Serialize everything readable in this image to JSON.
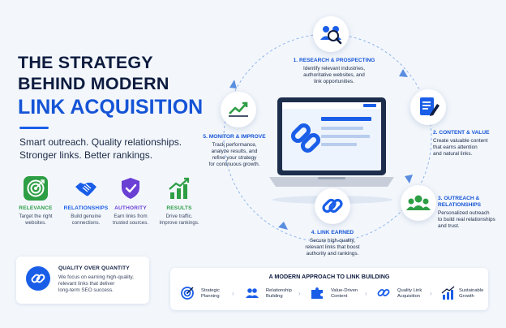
{
  "headline": {
    "line1": "THE STRATEGY",
    "line2": "BEHIND MODERN",
    "line3": "LINK ACQUISITION"
  },
  "tagline": {
    "line1": "Smart outreach. Quality relationships.",
    "line2": "Stronger links. Better rankings."
  },
  "values": [
    {
      "title": "RELEVANCE",
      "line1": "Target the right",
      "line2": "websites.",
      "icon": "target-icon",
      "color": "#2e9e45"
    },
    {
      "title": "RELATIONSHIPS",
      "line1": "Build genuine",
      "line2": "connections.",
      "icon": "handshake-icon",
      "color": "#1a5ee8"
    },
    {
      "title": "AUTHORITY",
      "line1": "Earn links from",
      "line2": "trusted sources.",
      "icon": "shield-check-icon",
      "color": "#6a3fd4"
    },
    {
      "title": "RESULTS",
      "line1": "Drive traffic.",
      "line2": "Improve rankings.",
      "icon": "growth-chart-icon",
      "color": "#2e9e45"
    }
  ],
  "quality": {
    "title": "QUALITY OVER QUANTITY",
    "line1": "We focus on earning high-quality,",
    "line2": "relevant links that deliver",
    "line3": "long-term SEO success.",
    "icon": "chain-link-icon"
  },
  "steps": [
    {
      "title": "1. RESEARCH & PROSPECTING",
      "line1": "Identify relevant industries,",
      "line2": "authoritative websites, and",
      "line3": "link opportunities.",
      "icon": "research-people-icon"
    },
    {
      "title": "2. CONTENT & VALUE",
      "line1": "Create valuable content",
      "line2": "that earns attention",
      "line3": "and natural links.",
      "icon": "document-pen-icon"
    },
    {
      "title": "3. OUTREACH &",
      "title2": "RELATIONSHIPS",
      "line1": "Personalized outreach",
      "line2": "to build real relationships",
      "line3": "and trust.",
      "icon": "group-icon"
    },
    {
      "title": "4. LINK EARNED",
      "line1": "Secure high-quality,",
      "line2": "relevant links that boost",
      "line3": "authority and rankings.",
      "icon": "chain-link-icon"
    },
    {
      "title": "5. MONITOR & IMPROVE",
      "line1": "Track performance,",
      "line2": "analyze results, and",
      "line3": "refine your strategy",
      "line4": "for continuous growth.",
      "icon": "trend-chart-icon"
    }
  ],
  "flow": {
    "title": "A MODERN APPROACH TO LINK BUILDING",
    "items": [
      {
        "line1": "Strategic",
        "line2": "Planning",
        "icon": "target-icon"
      },
      {
        "line1": "Relationship",
        "line2": "Building",
        "icon": "group-icon"
      },
      {
        "line1": "Value-Driven",
        "line2": "Content",
        "icon": "puzzle-icon"
      },
      {
        "line1": "Quality Link",
        "line2": "Acquisition",
        "icon": "chain-link-icon"
      },
      {
        "line1": "Sustainable",
        "line2": "Growth",
        "icon": "bar-growth-icon"
      }
    ]
  },
  "colors": {
    "navy": "#0d1b3e",
    "accent_blue": "#1554d6",
    "green": "#2e9e45",
    "purple": "#6a3fd4",
    "background": "#f3f7fc"
  }
}
